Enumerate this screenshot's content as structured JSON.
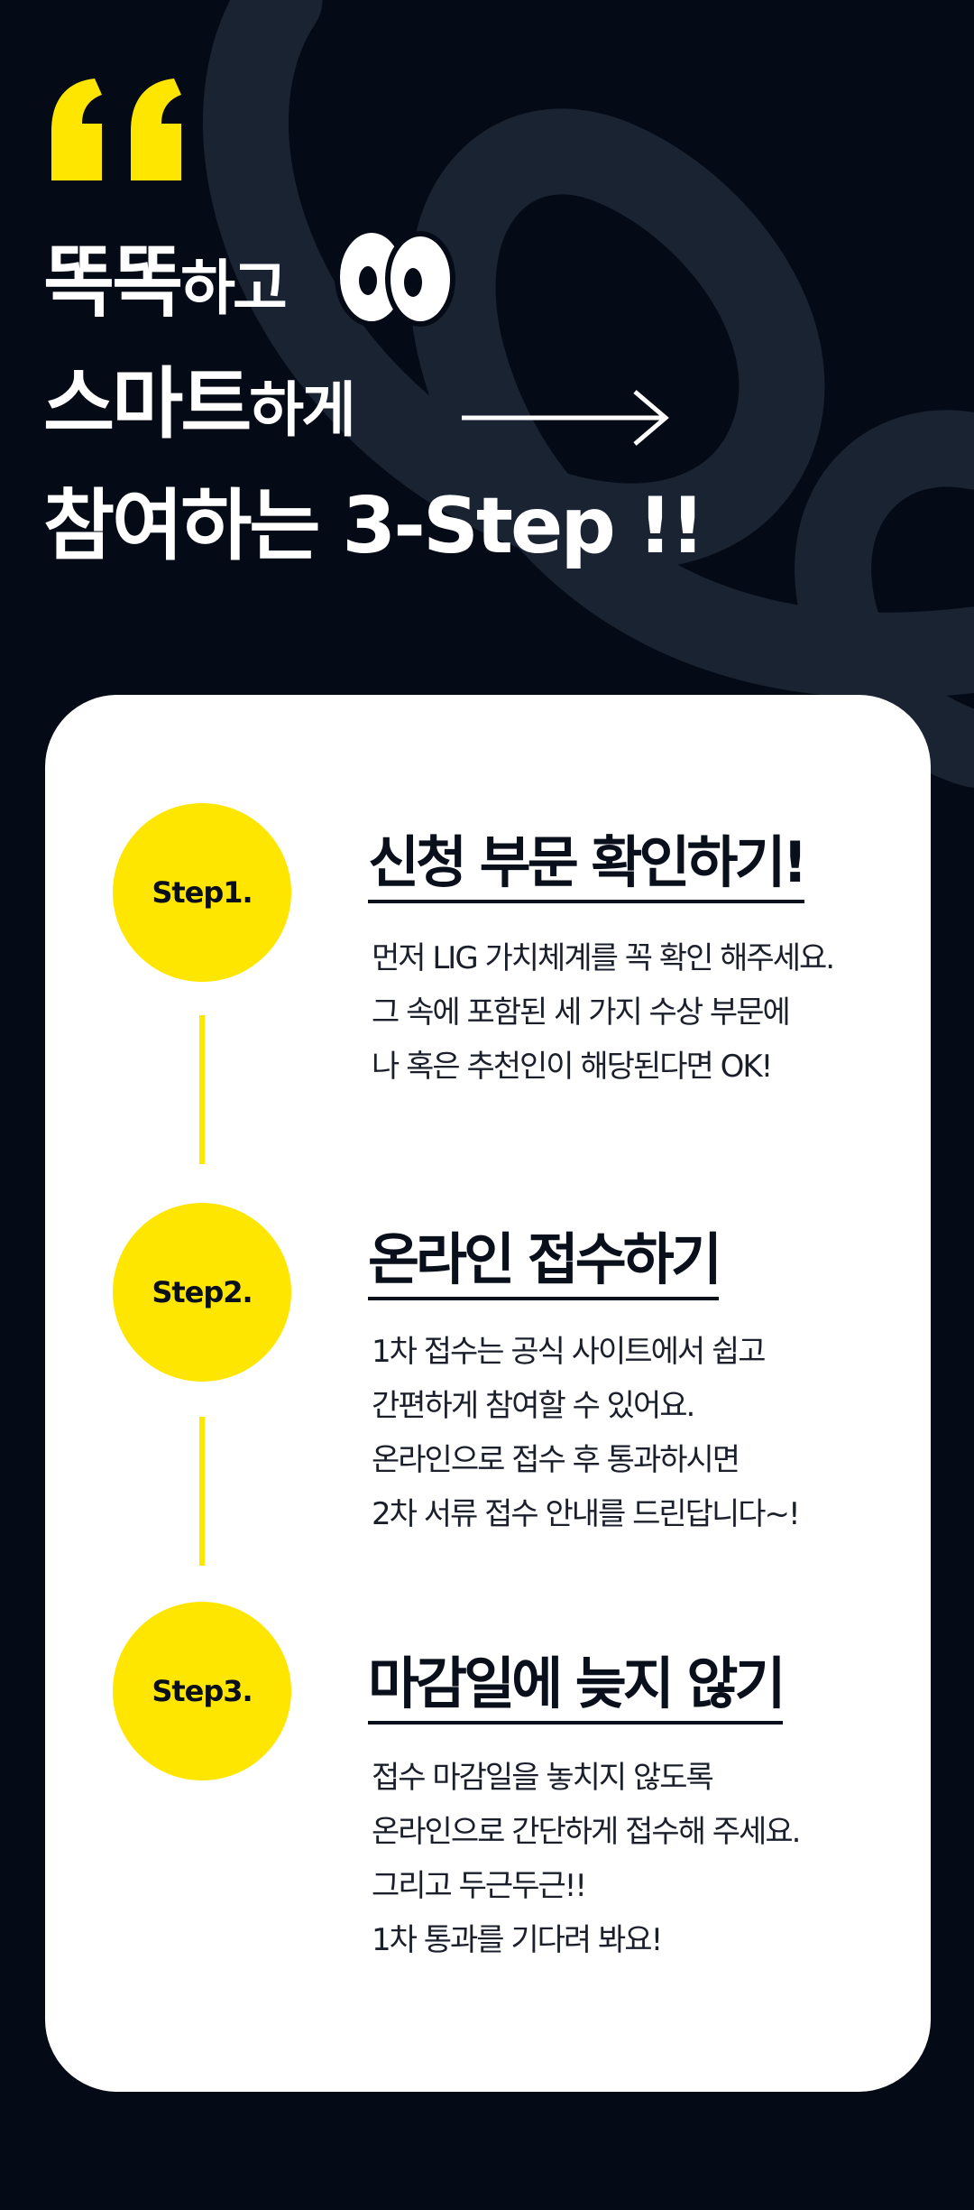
{
  "headline": {
    "line1_big": "똑똑",
    "line1_small": "하고",
    "line2_big": "스마트",
    "line2_small": "하게",
    "line3": "참여하는 3-Step !!"
  },
  "icons": {
    "quote": "quote-icon",
    "eyes": "eyes-icon",
    "arrow": "arrow-right-icon"
  },
  "colors": {
    "background": "#050b16",
    "accent": "#ffe600",
    "card": "#ffffff",
    "text_dark": "#0a0f1c",
    "swirl": "#1a2331"
  },
  "steps": [
    {
      "badge": "Step1.",
      "title": "신청 부문 확인하기!",
      "lines": [
        "먼저 LIG 가치체계를 꼭 확인 해주세요.",
        "그 속에 포함된 세 가지 수상 부문에",
        "나 혹은 추천인이 해당된다면 OK!"
      ]
    },
    {
      "badge": "Step2.",
      "title": "온라인 접수하기",
      "lines": [
        "1차 접수는 공식 사이트에서 쉽고",
        "간편하게 참여할 수 있어요.",
        "온라인으로 접수 후 통과하시면",
        "2차 서류 접수 안내를 드린답니다~!"
      ]
    },
    {
      "badge": "Step3.",
      "title": "마감일에 늦지 않기",
      "lines": [
        "접수 마감일을 놓치지 않도록",
        "온라인으로 간단하게 접수해 주세요.",
        "그리고 두근두근!!",
        "1차 통과를 기다려 봐요!"
      ]
    }
  ]
}
